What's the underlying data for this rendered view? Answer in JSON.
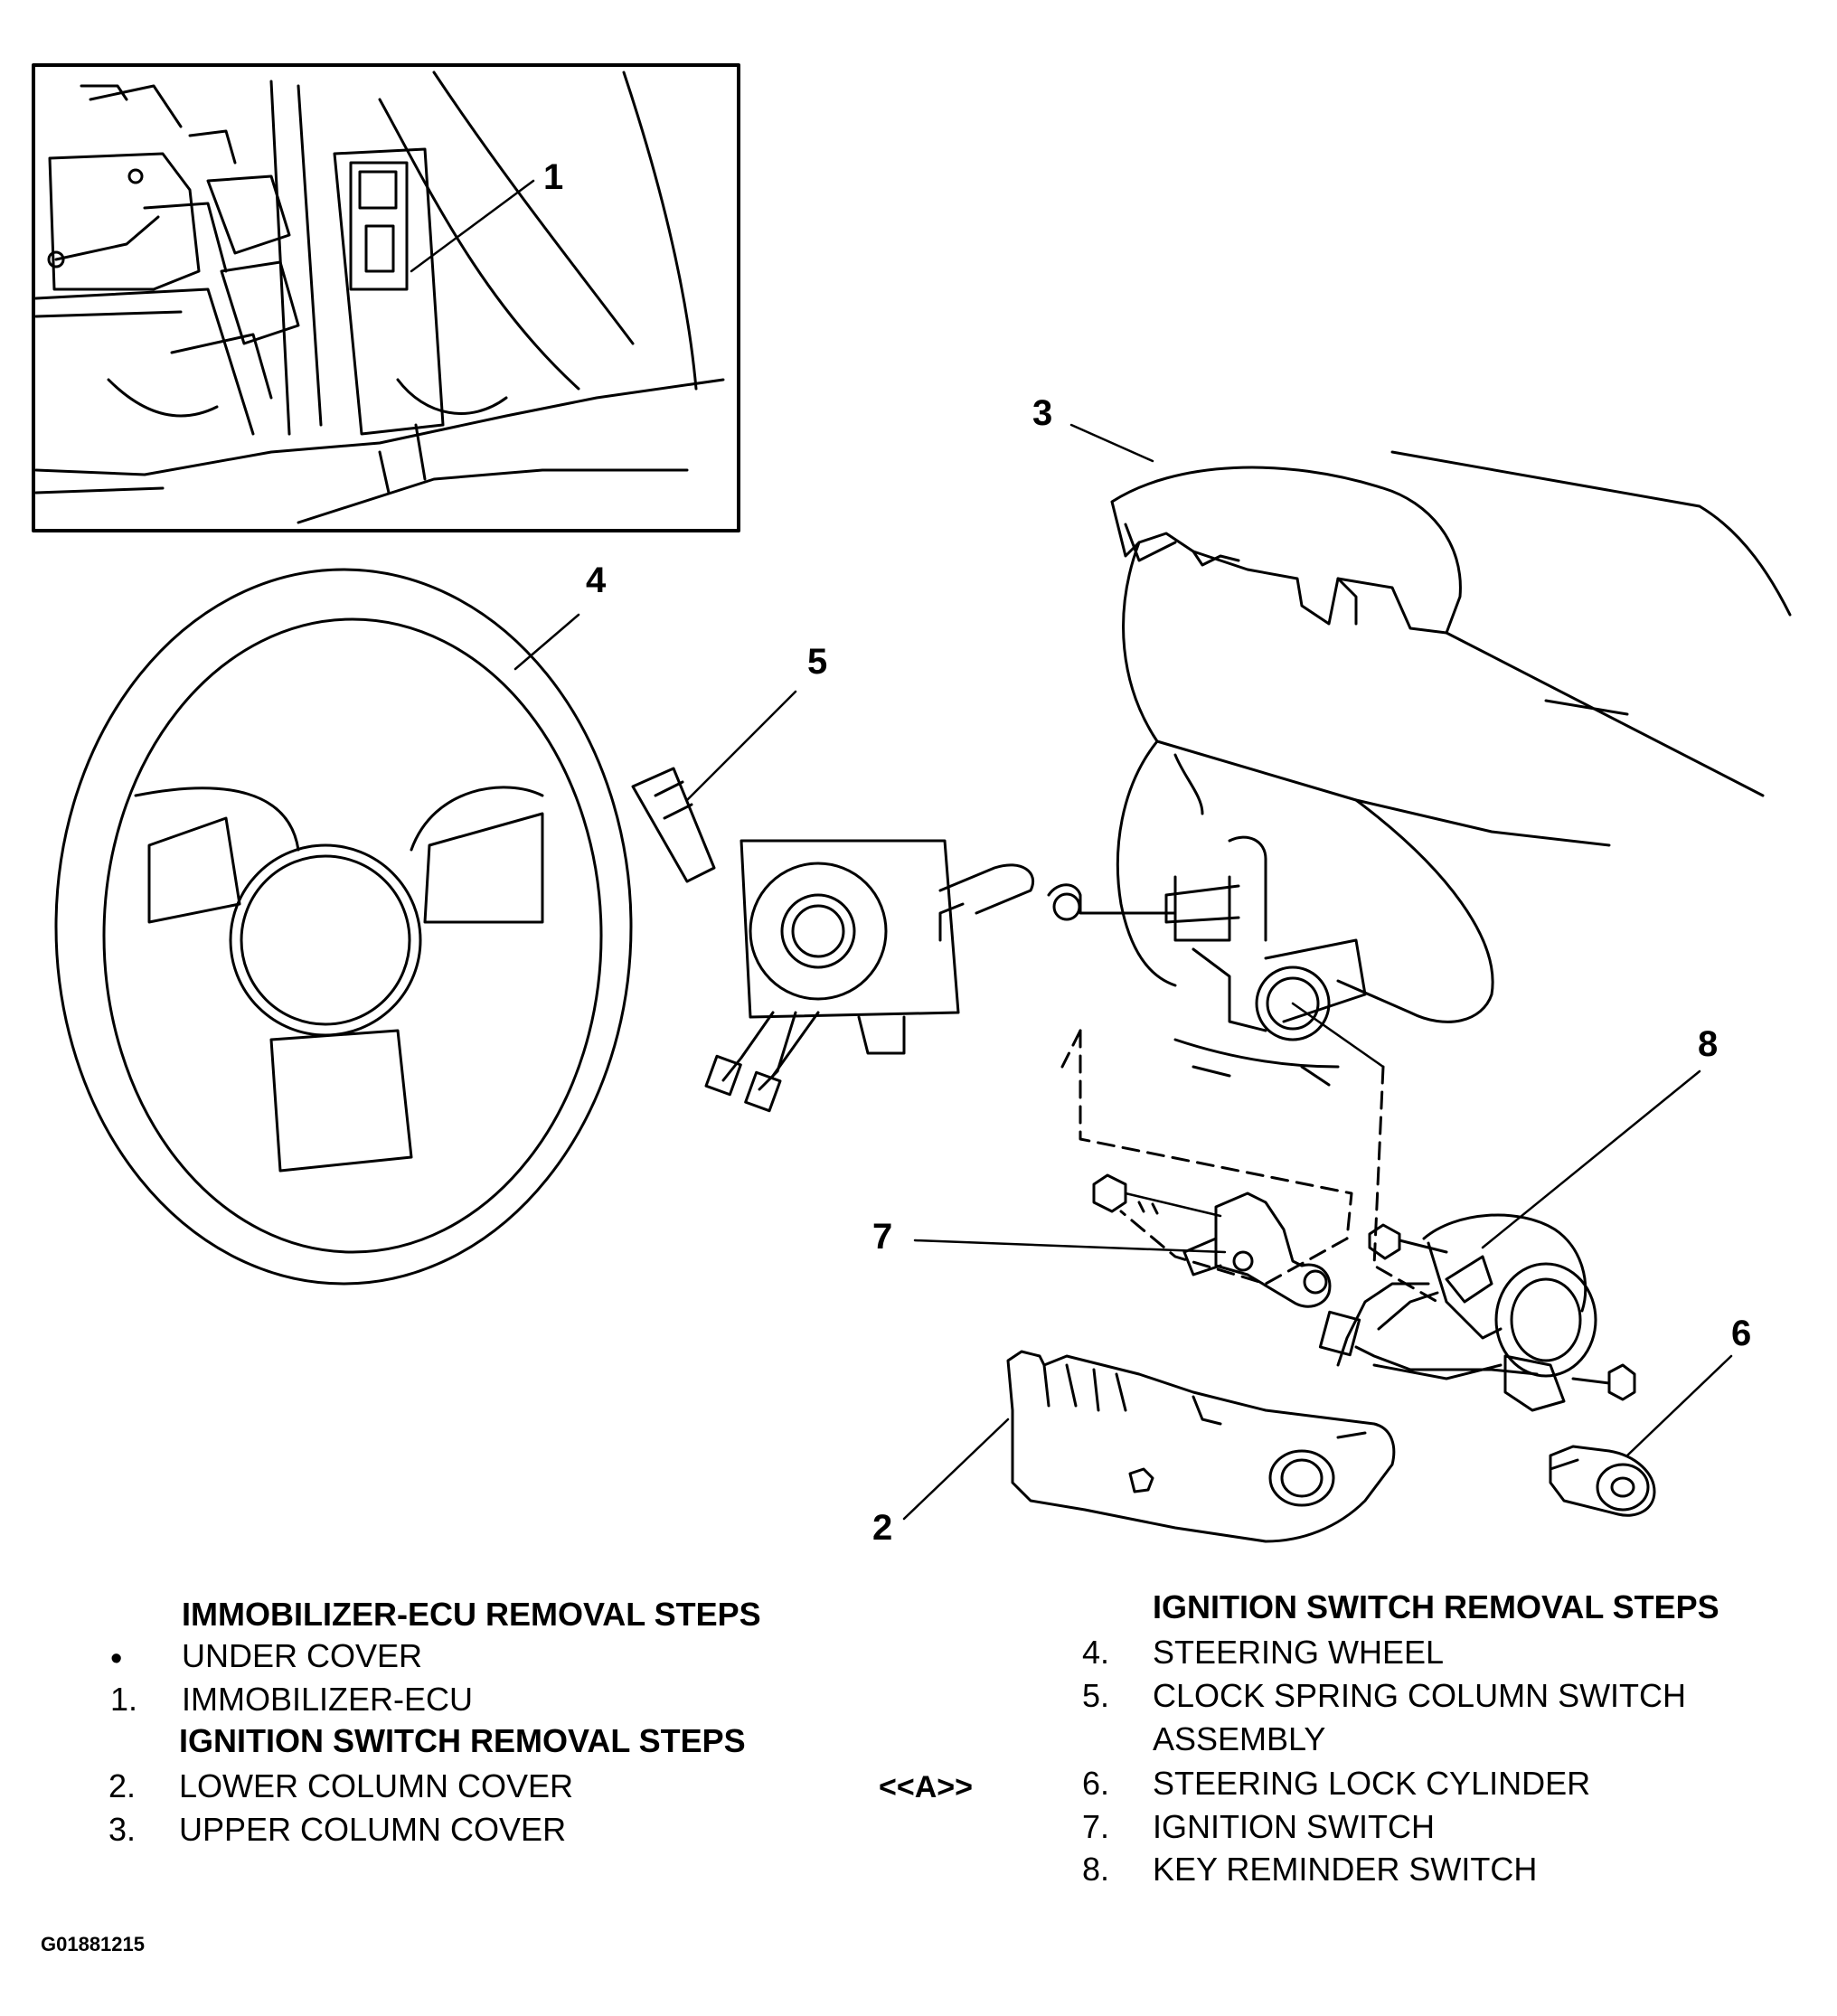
{
  "figure_code": "G01881215",
  "callouts": {
    "c1": "1",
    "c2": "2",
    "c3": "3",
    "c4": "4",
    "c5": "5",
    "c6": "6",
    "c7": "7",
    "c8": "8"
  },
  "left_steps": {
    "title_immobilizer": "IMMOBILIZER-ECU REMOVAL STEPS",
    "items": [
      {
        "marker": "•",
        "label": "UNDER COVER"
      },
      {
        "marker": "1.",
        "label": "IMMOBILIZER-ECU"
      }
    ],
    "title_ignition": "IGNITION SWITCH REMOVAL STEPS",
    "items2": [
      {
        "marker": "2.",
        "label": "LOWER COLUMN COVER"
      },
      {
        "marker": "3.",
        "label": "UPPER COLUMN COVER"
      }
    ]
  },
  "service_ref": "<<A>>",
  "right_steps": {
    "title": "IGNITION SWITCH REMOVAL STEPS",
    "items": [
      {
        "marker": "4.",
        "label": "STEERING WHEEL"
      },
      {
        "marker": "5.",
        "label": "CLOCK SPRING COLUMN SWITCH",
        "label2": "ASSEMBLY"
      },
      {
        "marker": "6.",
        "label": "STEERING LOCK CYLINDER"
      },
      {
        "marker": "7.",
        "label": "IGNITION SWITCH"
      },
      {
        "marker": "8.",
        "label": "KEY REMINDER SWITCH"
      }
    ]
  },
  "colors": {
    "ink": "#000000",
    "paper": "#ffffff"
  }
}
